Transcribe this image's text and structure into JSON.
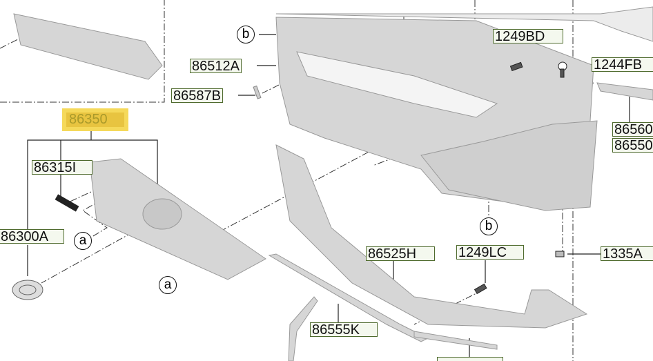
{
  "diagram": {
    "parts": {
      "p86512A": "86512A",
      "p86587B": "86587B",
      "p86350": "86350",
      "p86315I": "86315I",
      "p86300A": "86300A",
      "p1249BD": "1249BD",
      "p1244FB": "1244FB",
      "p86560": "86560",
      "p86550": "86550",
      "p1335A": "1335A",
      "p86525H": "86525H",
      "p1249LC": "1249LC",
      "p86555K": "86555K"
    },
    "callouts": {
      "b1": "b",
      "b2": "b",
      "a1": "a",
      "a2": "a"
    },
    "highlight_color": "#f5d95a"
  }
}
